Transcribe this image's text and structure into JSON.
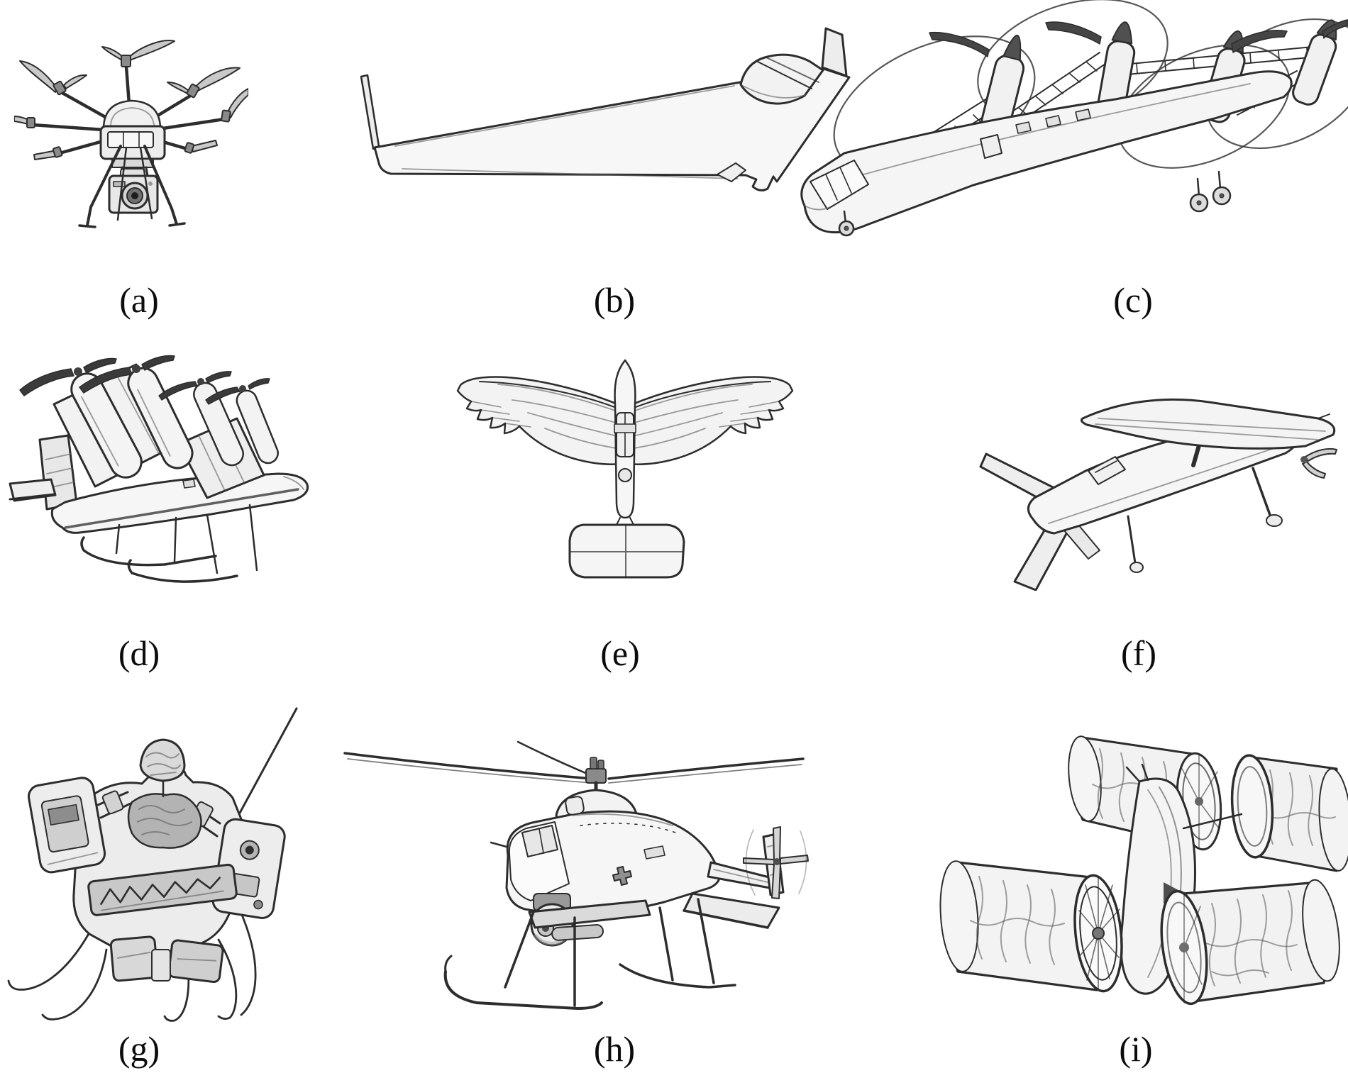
{
  "figure": {
    "background_color": "#ffffff",
    "ink_color": "#2d2d2d",
    "panels": [
      {
        "label": "(a)",
        "name": "multirotor-octocopter-uav",
        "description": "multirotor octocopter drone carrying a camera"
      },
      {
        "label": "(b)",
        "name": "flying-wing-uav",
        "description": "fixed-wing blended flying-wing UAV with winglets"
      },
      {
        "label": "(c)",
        "name": "quad-tiltrotor-uav",
        "description": "quad tiltrotor VTOL aircraft with four proprotors"
      },
      {
        "label": "(d)",
        "name": "tilt-wing-uav",
        "description": "tilt-wing VTOL aircraft with four propellers and skids"
      },
      {
        "label": "(e)",
        "name": "ornithopter-uav",
        "description": "bird-like flapping-wing ornithopter, top view"
      },
      {
        "label": "(f)",
        "name": "rotor-wing-uav",
        "description": "stopped-rotor hybrid UAV with overhead rotor wing"
      },
      {
        "label": "(g)",
        "name": "micro-uav",
        "description": "micro aerial vehicle with antenna and wire skids"
      },
      {
        "label": "(h)",
        "name": "unmanned-helicopter-uav",
        "description": "unmanned helicopter with sensor turret and tail rotor"
      },
      {
        "label": "(i)",
        "name": "cyclocopter-uav",
        "description": "cyclocopter with four cycloidal drum rotors"
      }
    ]
  }
}
